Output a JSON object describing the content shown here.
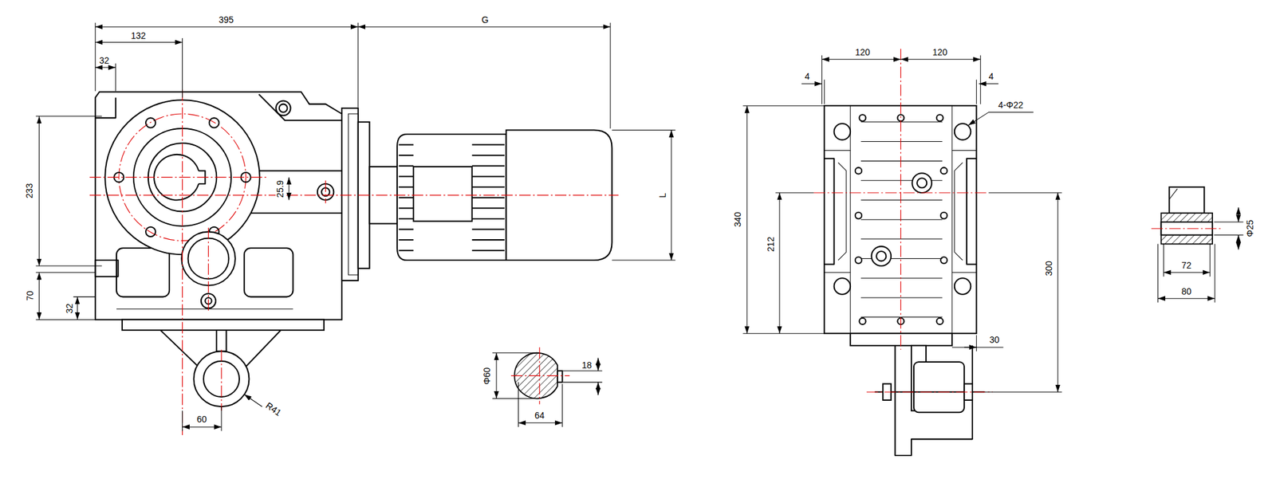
{
  "diagram": {
    "labels": [
      "395",
      "132",
      "32",
      "G",
      "233",
      "25.9",
      "L",
      "70",
      "32",
      "60",
      "R41",
      "Φ60",
      "18",
      "64",
      "120",
      "120",
      "4",
      "4",
      "4-Φ22",
      "340",
      "212",
      "300",
      "30",
      "Φ25",
      "72",
      "80"
    ]
  }
}
